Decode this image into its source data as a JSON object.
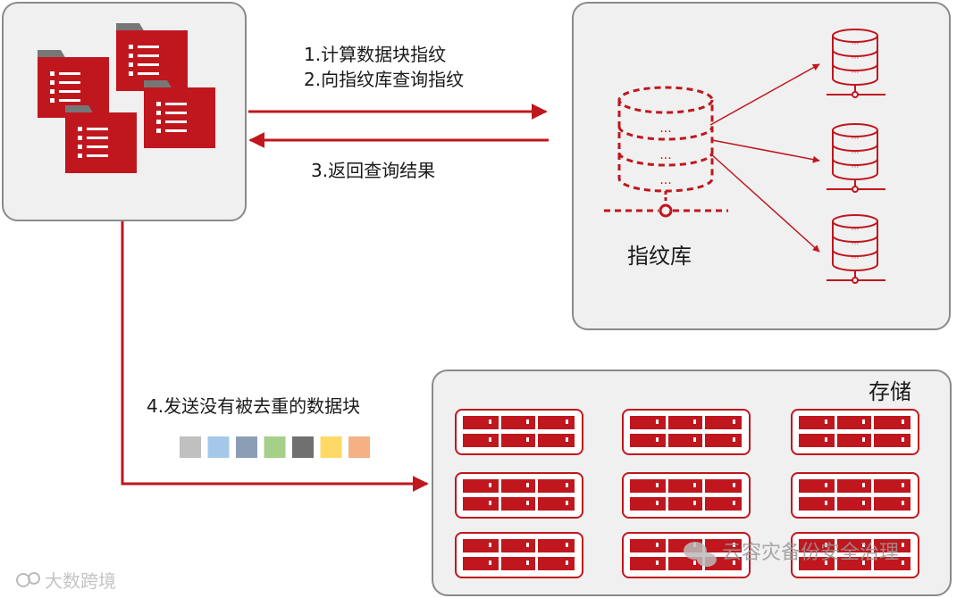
{
  "steps": {
    "step1": "1.计算数据块指纹",
    "step2": "2.向指纹库查询指纹",
    "step3": "3.返回查询结果",
    "step4": "4.发送没有被去重的数据块"
  },
  "fingerprint_db": {
    "label": "指纹库"
  },
  "storage": {
    "label": "存储"
  },
  "chunk_colors": [
    "#c0c0c0",
    "#a6c8e8",
    "#8c9eb6",
    "#a6d08a",
    "#707070",
    "#ffd966",
    "#f4b183"
  ],
  "watermarks": {
    "left": "大数跨境",
    "right": "云容灾备份安全治理"
  },
  "colors": {
    "accent": "#c0161e",
    "panel": "#f0f0f0",
    "border": "#8a8a8a"
  }
}
